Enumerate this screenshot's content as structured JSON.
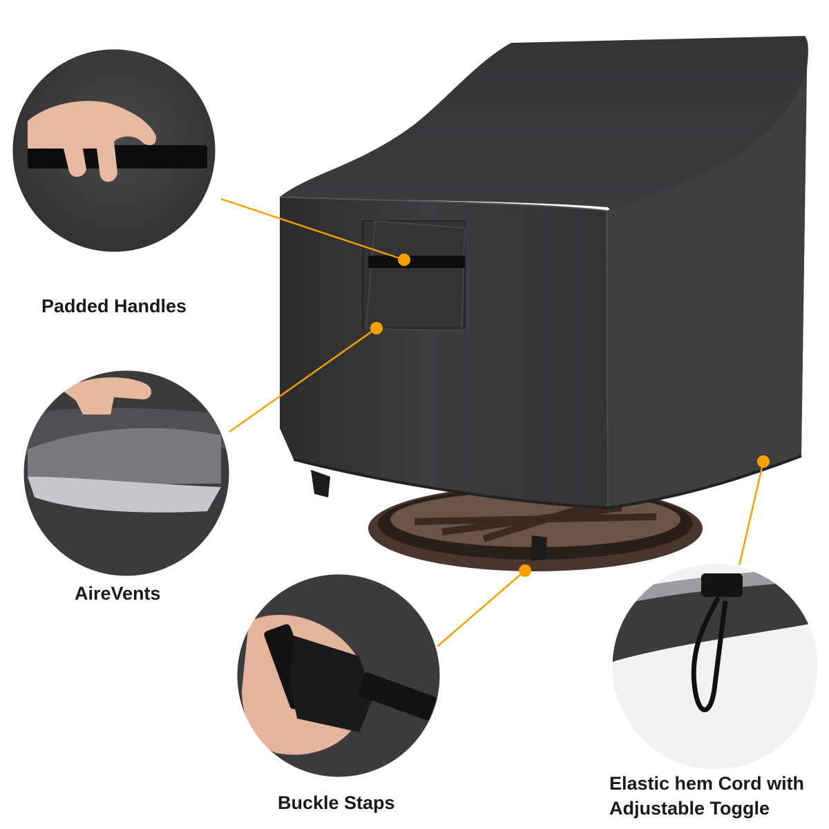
{
  "captions": {
    "handles": "Padded Handles",
    "vents": "AireVents",
    "buckle": "Buckle Staps",
    "cord_line1": "Elastic hem Cord with",
    "cord_line2": "Adjustable Toggle"
  },
  "colors": {
    "cover": "#3a3a3c",
    "cover_dark": "#2a2a2c",
    "callout_line": "#f5a000",
    "base_frame": "#4a362c",
    "caption_text": "#1a1a1a",
    "background": "#ffffff"
  },
  "icons": {
    "callout_dot": "orange-dot",
    "strap": "black-webbing-strap",
    "buckle": "side-release-buckle",
    "toggle": "cord-lock-toggle"
  }
}
